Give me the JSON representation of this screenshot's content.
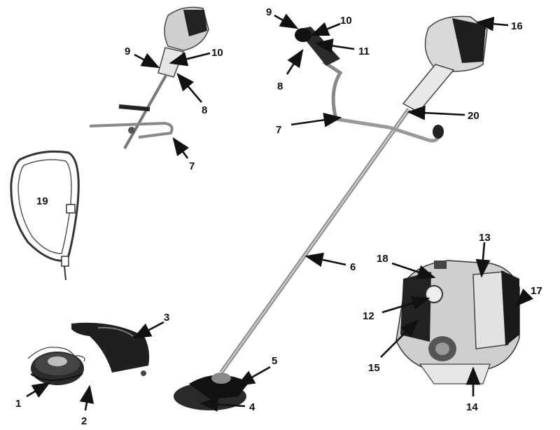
{
  "diagram": {
    "labels": [
      "1",
      "2",
      "3",
      "4",
      "5",
      "6",
      "7",
      "8",
      "9",
      "10",
      "11",
      "12",
      "13",
      "14",
      "15",
      "16",
      "17",
      "18",
      "19",
      "20"
    ]
  },
  "colors": {
    "ink": "#111111",
    "metal": "#9a9a9a",
    "engine_light": "#d8d8d8",
    "engine_dark": "#2a2a2a"
  }
}
